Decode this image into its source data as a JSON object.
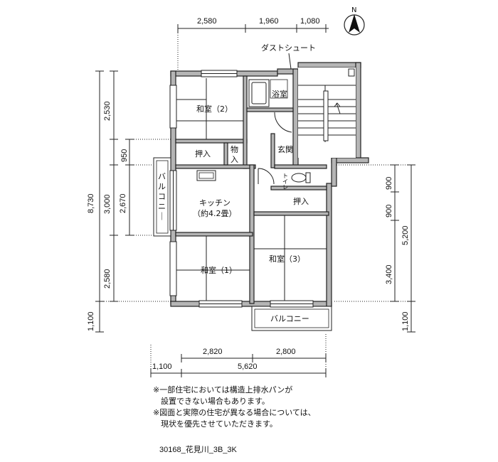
{
  "plan": {
    "rooms": {
      "washitsu2": "和室（2）",
      "yokushitsu": "浴室",
      "oshiire1": "押入",
      "mono_a": "物",
      "mono_b": "入",
      "genkan": "玄関",
      "toilet_a": "ト",
      "toilet_b": "イ",
      "toilet_c": "レ",
      "balcony_left_1": "バ",
      "balcony_left_2": "ル",
      "balcony_left_3": "コ",
      "balcony_left_4": "ニ",
      "balcony_left_5": "｜",
      "kitchen_line1": "キッチン",
      "kitchen_line2": "（約4.2畳）",
      "oshiire2": "押入",
      "washitsu3": "和室（3）",
      "washitsu1": "和室（1）",
      "balcony_bottom": "バルコニー"
    },
    "dust_chute": "ダストシュート",
    "north": "N",
    "dims_top": [
      "2,580",
      "1,960",
      "1,080"
    ],
    "dims_bottom_row1": [
      "2,820",
      "2,800"
    ],
    "dims_bottom_row2": [
      "1,100",
      "5,620"
    ],
    "dims_left_outer": [
      "8,730",
      "1,100"
    ],
    "dims_left_mid": [
      "2,530",
      "950",
      "3,000",
      "2,580"
    ],
    "dims_left_inner": [
      "2,670"
    ],
    "dims_right_outer": [
      "5,200",
      "1,100"
    ],
    "dims_right_inner": [
      "900",
      "3,400"
    ],
    "dims_right_mid": [
      "900"
    ]
  },
  "notes": [
    "※一部住宅においては構造上排水パンが",
    "　設置できない場合もあります。",
    "※図面と実際の住宅が異なる場合については、",
    "　現状を優先させていただきます。"
  ],
  "code": "30168_花見川_3B_3K"
}
